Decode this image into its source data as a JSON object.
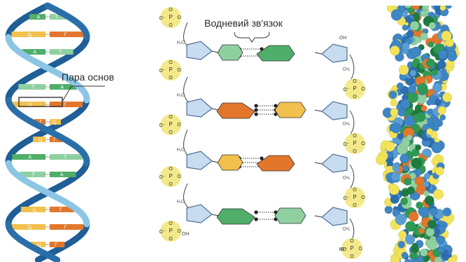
{
  "labels": {
    "base_pair": "Пара основ",
    "hydrogen_bond": "Водневий зв'язок"
  },
  "phosphate": {
    "P": "P",
    "O": "O",
    "O_minus": "O⁻",
    "OH": "OH",
    "CH2": "CH₂",
    "H2C": "H₂C",
    "HO": "HO"
  },
  "helix_rungs": [
    {
      "left": "А",
      "right": "Т"
    },
    {
      "left": "Ц",
      "right": "Г"
    },
    {
      "left": "А",
      "right": "Т"
    },
    {
      "left": "Т",
      "right": "А"
    },
    {
      "left": "Т",
      "right": "А"
    },
    {
      "left": "Ц",
      "right": "Г"
    },
    {
      "left": "Г",
      "right": "Ц"
    },
    {
      "left": "Ц",
      "right": "Г"
    },
    {
      "left": "А",
      "right": "Т"
    },
    {
      "left": "Т",
      "right": "А"
    },
    {
      "left": "Г",
      "right": "Ц"
    },
    {
      "left": "Ц",
      "right": "Г"
    },
    {
      "left": "Ц",
      "right": "Г"
    },
    {
      "left": "Ц",
      "right": "Г"
    }
  ],
  "base_pairs": [
    {
      "left": "Т",
      "right": "А"
    },
    {
      "left": "Г",
      "right": "Ц"
    },
    {
      "left": "Ц",
      "right": "Г"
    },
    {
      "left": "А",
      "right": "Т"
    }
  ],
  "colors": {
    "A": "#4fae6a",
    "T": "#8fd0a0",
    "G": "#e2772c",
    "C": "#f2c04c",
    "backbone_dark": "#2a6fa8",
    "backbone_light": "#8cc6e4",
    "phosphate_bg": "#f4e98a",
    "sugar": "#c8dcf0",
    "sugar_stroke": "#4d6f94"
  }
}
